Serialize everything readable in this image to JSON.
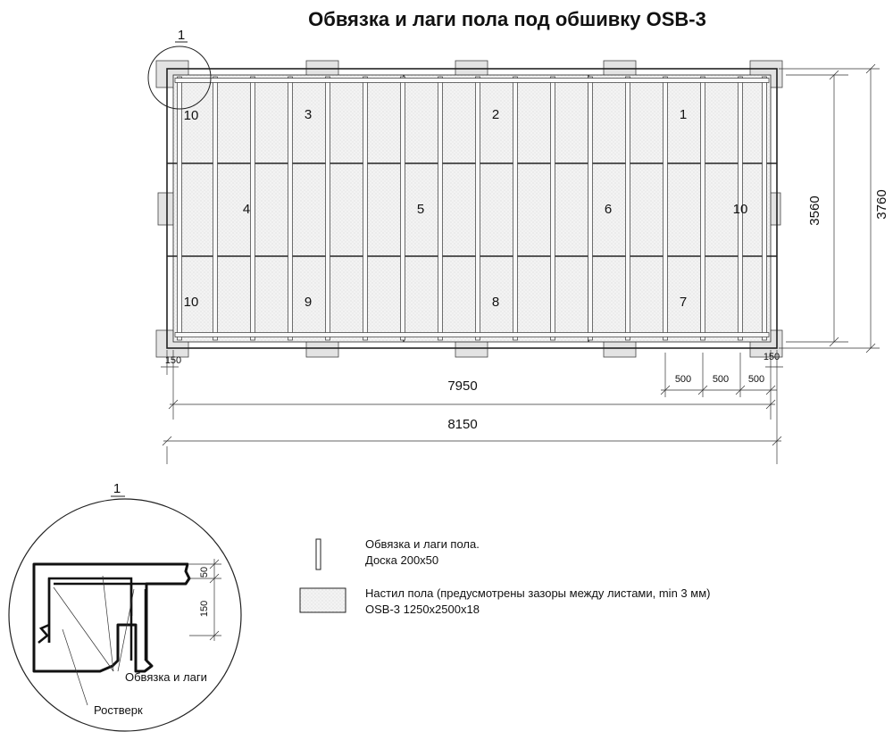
{
  "title": "Обвязка и лаги пола под обшивку OSB-3",
  "callout_label": "1",
  "panel_numbers": [
    {
      "id": "p10a",
      "text": "10"
    },
    {
      "id": "p3",
      "text": "3"
    },
    {
      "id": "p2",
      "text": "2"
    },
    {
      "id": "p1",
      "text": "1"
    },
    {
      "id": "p4",
      "text": "4"
    },
    {
      "id": "p5",
      "text": "5"
    },
    {
      "id": "p6",
      "text": "6"
    },
    {
      "id": "p10b",
      "text": "10"
    },
    {
      "id": "p10c",
      "text": "10"
    },
    {
      "id": "p9",
      "text": "9"
    },
    {
      "id": "p8",
      "text": "8"
    },
    {
      "id": "p7",
      "text": "7"
    }
  ],
  "dimensions": {
    "inner_width": "7950",
    "outer_width": "8150",
    "inner_height": "3560",
    "outer_height": "3760",
    "offset_left": "150",
    "offset_right": "150",
    "spacing_1": "500",
    "spacing_2": "500",
    "spacing_3": "500"
  },
  "detail": {
    "label": "1",
    "dim_top": "50",
    "dim_side": "150",
    "beam_label": "Обвязка и лаги",
    "foundation_label": "Ростверк"
  },
  "legend": {
    "board_line1": "Обвязка и лаги пола.",
    "board_line2": "Доска 200х50",
    "osb_line1": "Настил пола (предусмотрены зазоры между листами, min 3 мм)",
    "osb_line2": "OSB-3 1250х2500х18"
  },
  "colors": {
    "sheet_fill": "#f1f1f1",
    "pad_fill": "#e3e3e3",
    "line": "#222222"
  }
}
